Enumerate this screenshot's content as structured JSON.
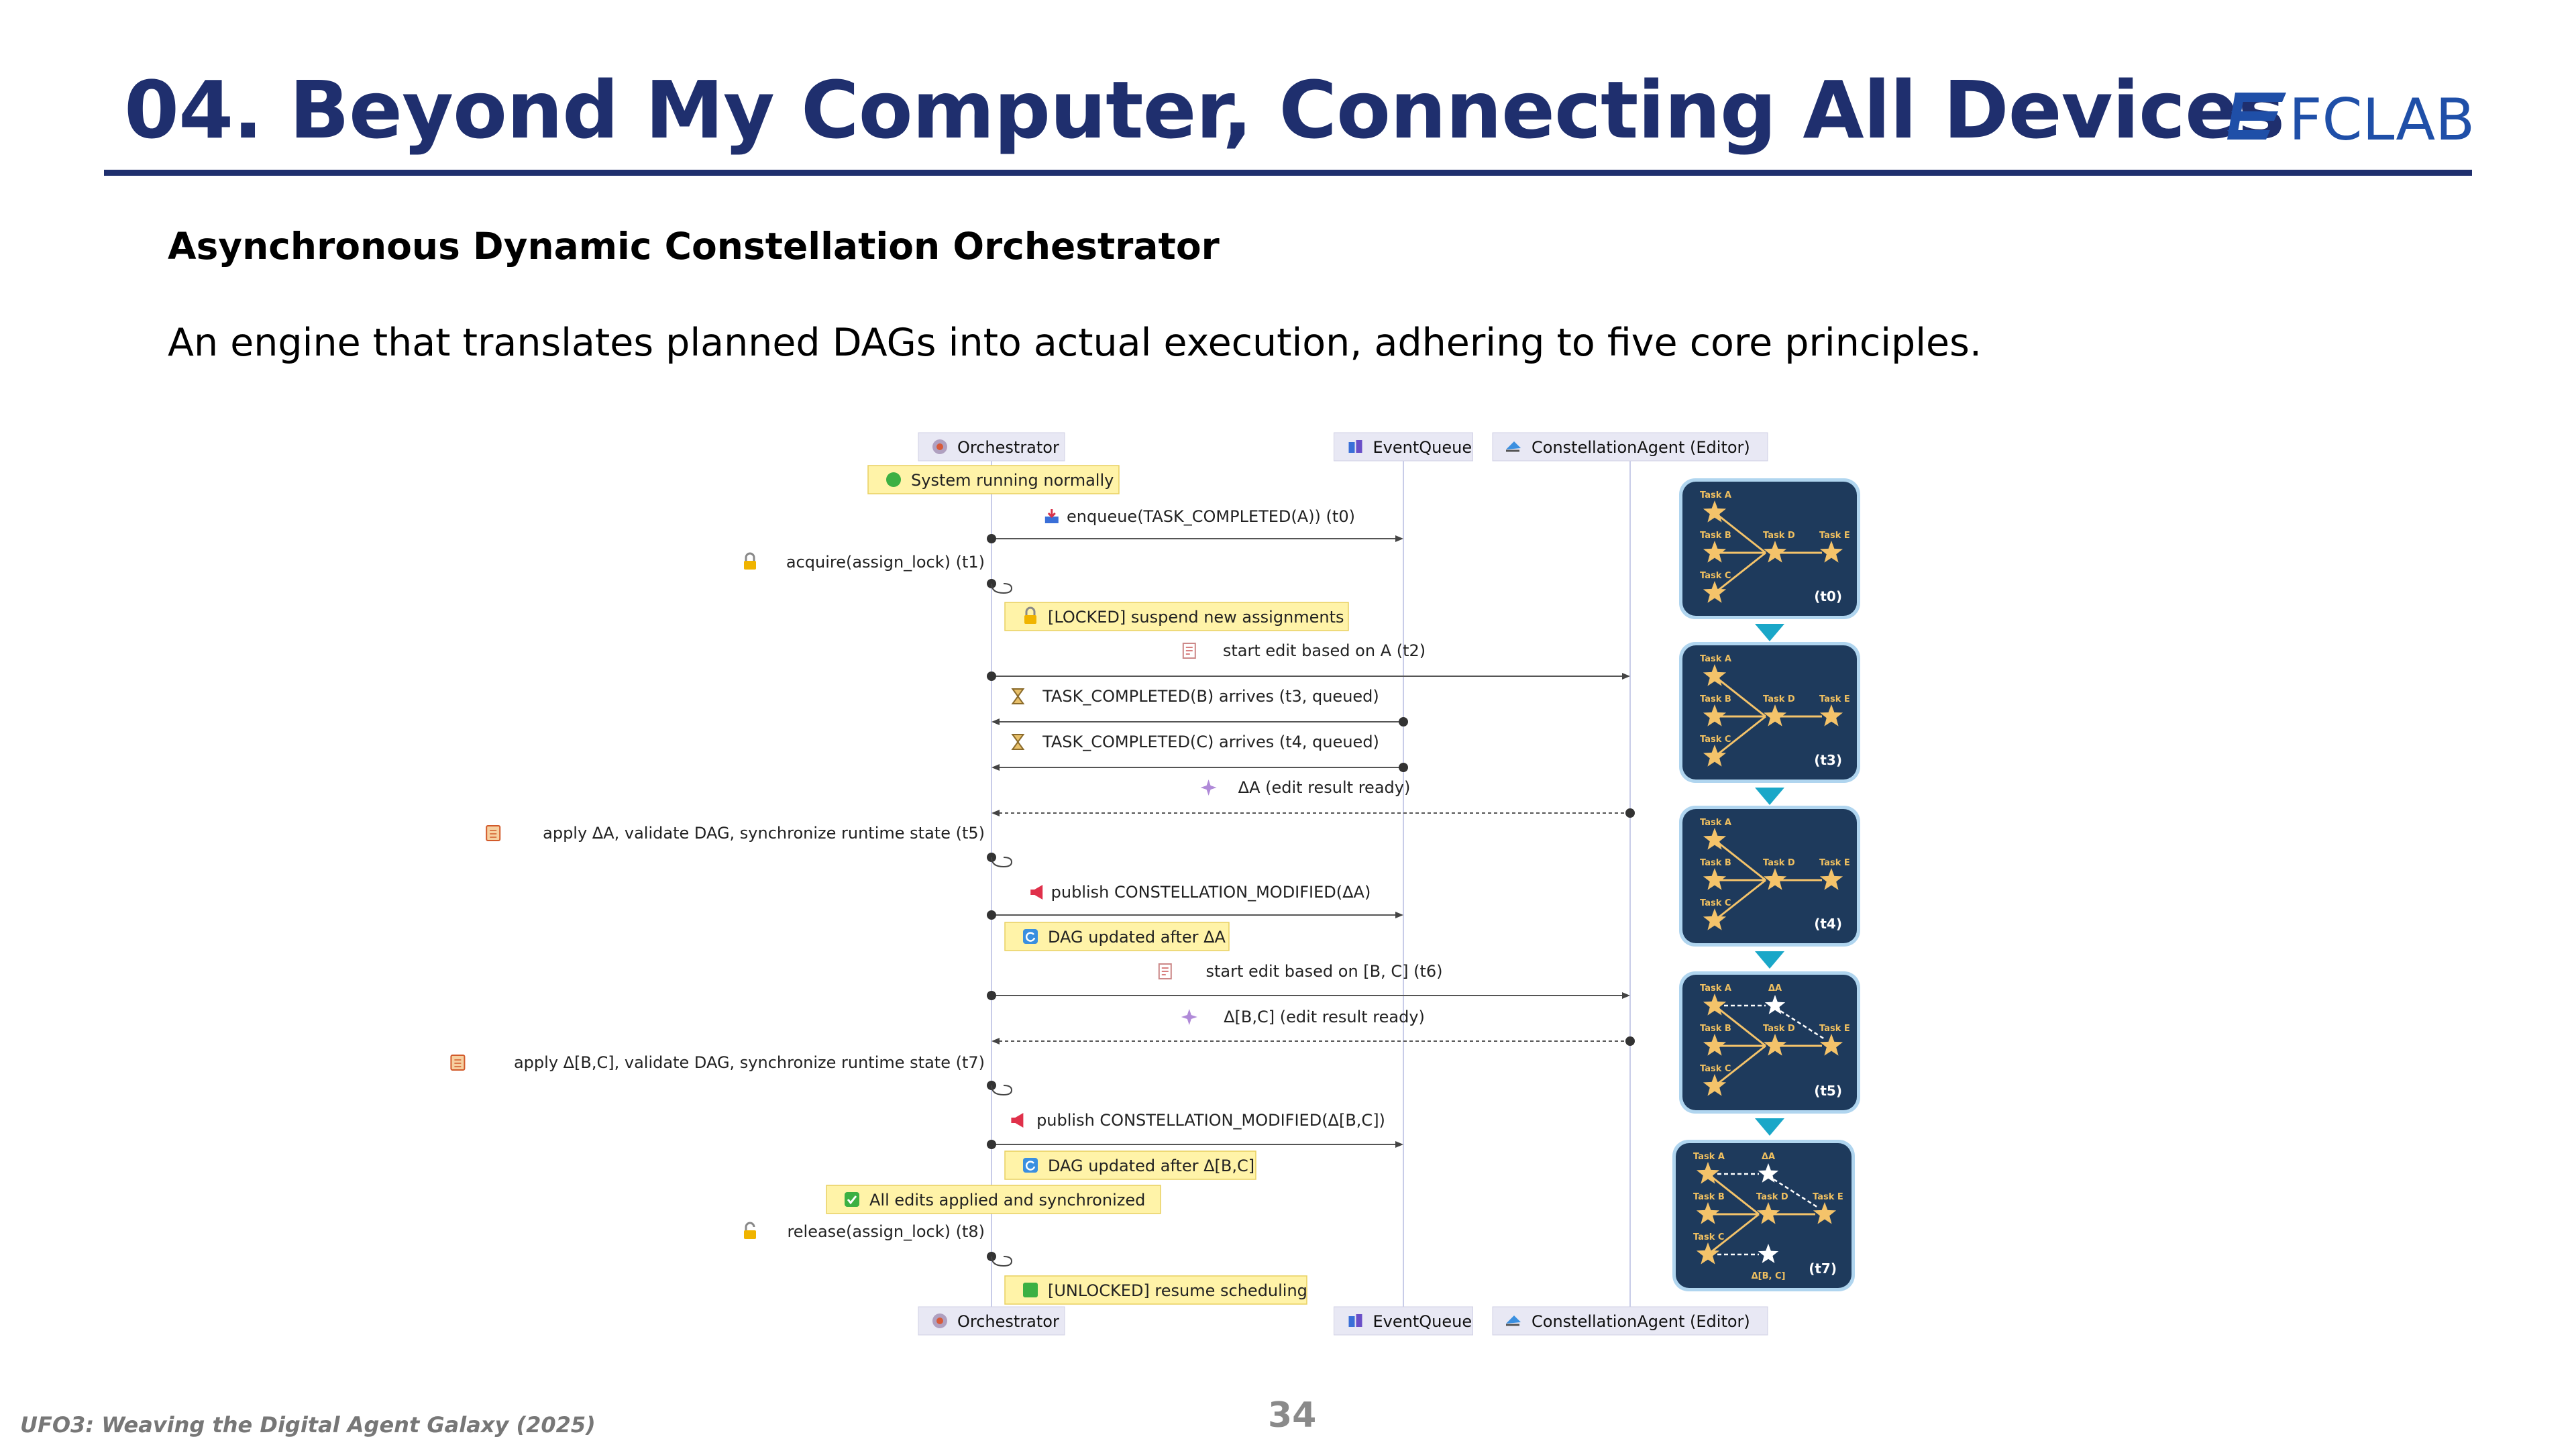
{
  "slide": {
    "title": "04. Beyond My Computer, Connecting All Devices",
    "logo_text": "FCLAB",
    "subtitle": "Asynchronous Dynamic Constellation Orchestrator",
    "description": "An engine that translates planned DAGs into actual execution, adhering to five core principles.",
    "footer_ref": "UFO3: Weaving the Digital Agent Galaxy (2025)",
    "page_number": "34"
  },
  "colors": {
    "title": "#1f2f6e",
    "note_bg": "#fff3a8",
    "participant_bg": "#e8e8f4",
    "panel_bg": "#1e3a5c",
    "panel_border": "#8fc3e8",
    "arrow_down": "#1aa7c8",
    "star": "#f4c36a"
  },
  "diagram": {
    "participants": [
      "Orchestrator",
      "EventQueue",
      "ConstellationAgent (Editor)"
    ],
    "participant_icons": [
      "orchestrator-icon",
      "queue-icon",
      "agent-icon"
    ],
    "steps": [
      {
        "kind": "note",
        "text": "System running normally",
        "icon": "green-circle-icon"
      },
      {
        "kind": "msg",
        "text": "enqueue(TASK_COMPLETED(A)) (t0)",
        "icon": "inbox-icon"
      },
      {
        "kind": "self",
        "text": "acquire(assign_lock) (t1)",
        "icon": "lock-icon"
      },
      {
        "kind": "note",
        "text": "[LOCKED] suspend new assignments",
        "icon": "lock-icon"
      },
      {
        "kind": "msg",
        "text": "start edit based on A (t2)",
        "icon": "memo-icon"
      },
      {
        "kind": "msg",
        "text": "TASK_COMPLETED(B) arrives (t3, queued)",
        "icon": "hourglass-icon"
      },
      {
        "kind": "msg",
        "text": "TASK_COMPLETED(C) arrives (t4, queued)",
        "icon": "hourglass-icon"
      },
      {
        "kind": "msg",
        "text": "ΔA (edit result ready)",
        "icon": "sparkle-icon"
      },
      {
        "kind": "self",
        "text": "apply ΔA, validate DAG, synchronize runtime state (t5)",
        "icon": "clipboard-icon"
      },
      {
        "kind": "msg",
        "text": "publish CONSTELLATION_MODIFIED(ΔA)",
        "icon": "megaphone-icon"
      },
      {
        "kind": "note",
        "text": "DAG updated after ΔA",
        "icon": "refresh-icon"
      },
      {
        "kind": "msg",
        "text": "start edit based on [B, C] (t6)",
        "icon": "memo-icon"
      },
      {
        "kind": "msg",
        "text": "Δ[B,C] (edit result ready)",
        "icon": "sparkle-icon"
      },
      {
        "kind": "self",
        "text": "apply Δ[B,C], validate DAG, synchronize runtime state (t7)",
        "icon": "clipboard-icon"
      },
      {
        "kind": "msg",
        "text": "publish CONSTELLATION_MODIFIED(Δ[B,C])",
        "icon": "megaphone-icon"
      },
      {
        "kind": "note",
        "text": "DAG updated after Δ[B,C]",
        "icon": "refresh-icon"
      },
      {
        "kind": "note",
        "text": "All edits applied and synchronized",
        "icon": "checkmark-icon"
      },
      {
        "kind": "self",
        "text": "release(assign_lock) (t8)",
        "icon": "unlock-icon"
      },
      {
        "kind": "note",
        "text": "[UNLOCKED] resume scheduling",
        "icon": "green-square-icon"
      }
    ],
    "panels": [
      {
        "time": "(t0)",
        "task_labels": [
          "Task A",
          "Task B",
          "Task C",
          "Task D",
          "Task E"
        ],
        "delta_labels": []
      },
      {
        "time": "(t3)",
        "task_labels": [
          "Task A",
          "Task B",
          "Task C",
          "Task D",
          "Task E"
        ],
        "delta_labels": []
      },
      {
        "time": "(t4)",
        "task_labels": [
          "Task A",
          "Task B",
          "Task C",
          "Task D",
          "Task E"
        ],
        "delta_labels": []
      },
      {
        "time": "(t5)",
        "task_labels": [
          "Task A",
          "Task B",
          "Task C",
          "Task D",
          "Task E"
        ],
        "delta_labels": [
          "ΔA"
        ]
      },
      {
        "time": "(t7)",
        "task_labels": [
          "Task A",
          "Task B",
          "Task C",
          "Task D",
          "Task E"
        ],
        "delta_labels": [
          "ΔA",
          "Δ[B, C]"
        ]
      }
    ]
  }
}
